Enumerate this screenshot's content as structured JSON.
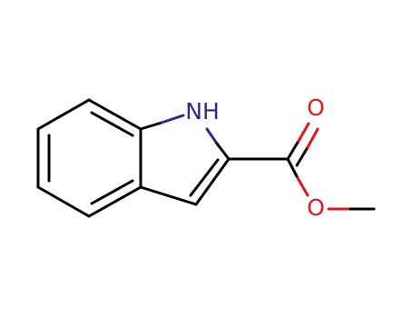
{
  "colors": {
    "carbon": "#000000",
    "nitrogen": "#2b2b8c",
    "oxygen": "#e8141c",
    "background": "#ffffff"
  },
  "atoms": {
    "nh": {
      "label": "NH",
      "element": "nitrogen"
    },
    "o_carbonyl": {
      "label": "O",
      "element": "oxygen"
    },
    "o_ester": {
      "label": "O",
      "element": "oxygen"
    }
  }
}
